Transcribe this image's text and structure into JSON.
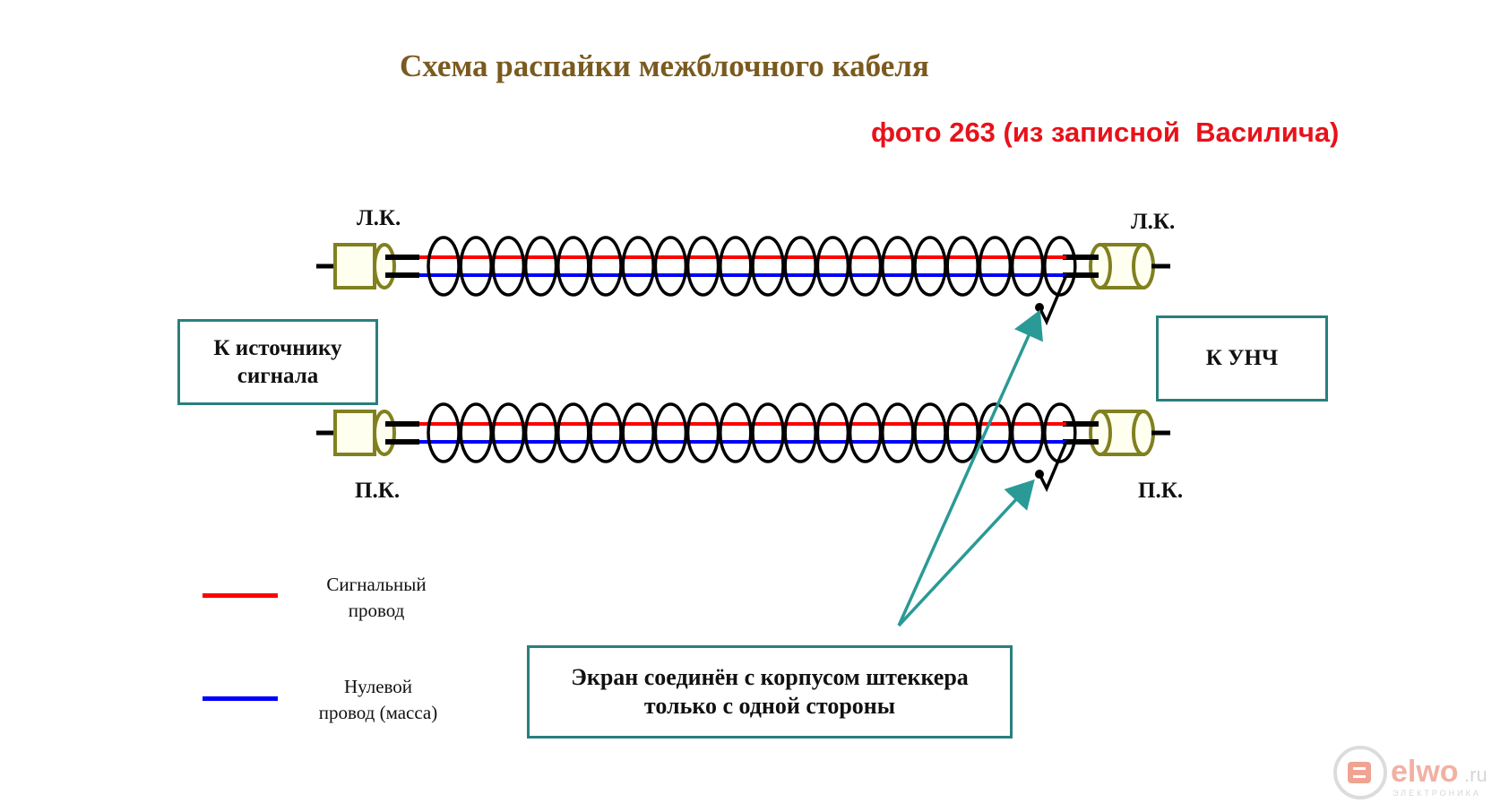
{
  "title": "Схема распайки межблочного кабеля",
  "photo_note": "фото 263 (из записной  Василича)",
  "channels": {
    "left_top": "Л.К.",
    "left_bottom": "П.К."
  },
  "channel_labels_right": {
    "top": "Л.К.",
    "bottom": "П.К."
  },
  "boxes": {
    "source": "К источнику\nсигнала",
    "amplifier": "К УНЧ",
    "shield_note": "Экран соединён с корпусом штеккера\nтолько с одной стороны"
  },
  "legend": {
    "signal": "Сигнальный\nпровод",
    "ground": "Нулевой\nпровод (масса)"
  },
  "colors": {
    "signal_wire": "#ff0000",
    "ground_wire": "#0000ff",
    "box_border": "#2a7f7f",
    "arrow": "#2a9a96",
    "plug": "#808020",
    "title": "#7a5a1f",
    "photo_note": "#e8121a"
  },
  "watermark": {
    "brand": "elwo",
    "tld": ".ru",
    "tagline": "ЭЛЕКТРОНИКА"
  }
}
